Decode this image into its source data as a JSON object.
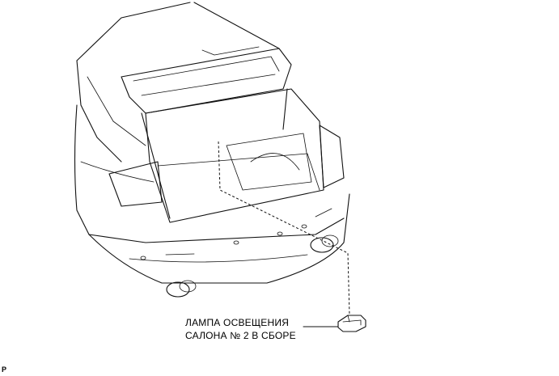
{
  "callout": {
    "line1": "ЛАМПА ОСВЕЩЕНИЯ",
    "line2": "САЛОНА № 2 В СБОРЕ"
  },
  "figure_code": "P"
}
